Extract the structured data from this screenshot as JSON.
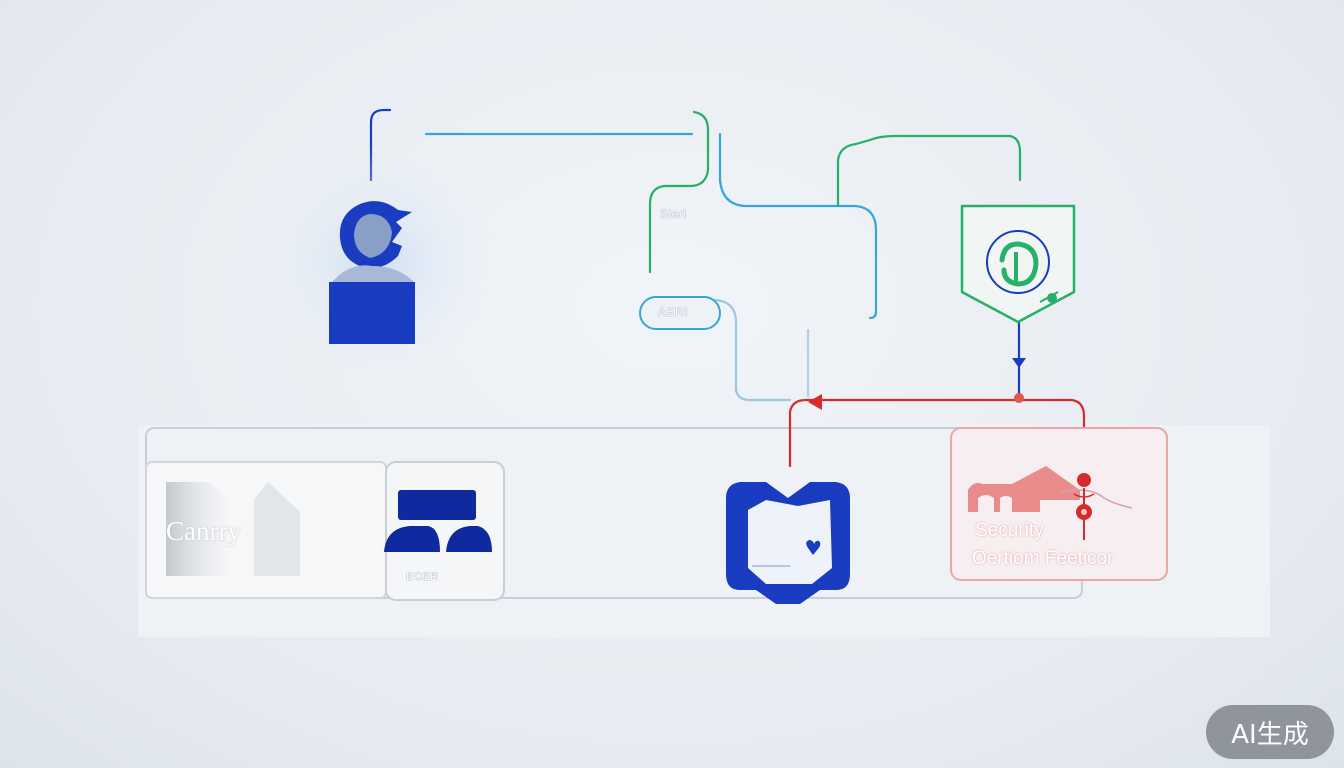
{
  "labels": {
    "canary": "Canrry",
    "security": "Security",
    "security_sub": "Oertiom Feeticor",
    "center_label_top": "Sieri",
    "center_pill": "AERI",
    "bed_caption": "ECER"
  },
  "watermark": "AI生成",
  "icons": {
    "user": "user-icon",
    "shield_top": "shield-icon",
    "shield_center": "shield-heart-icon",
    "bed": "bed-icon",
    "card": "card-icon",
    "house": "house-icon",
    "pin": "location-pin-icon"
  },
  "colors": {
    "blue": "#1a3cc0",
    "light_blue": "#3aa6d8",
    "green": "#26b06a",
    "red": "#d42c2c",
    "panel_border": "#c9ced6"
  }
}
